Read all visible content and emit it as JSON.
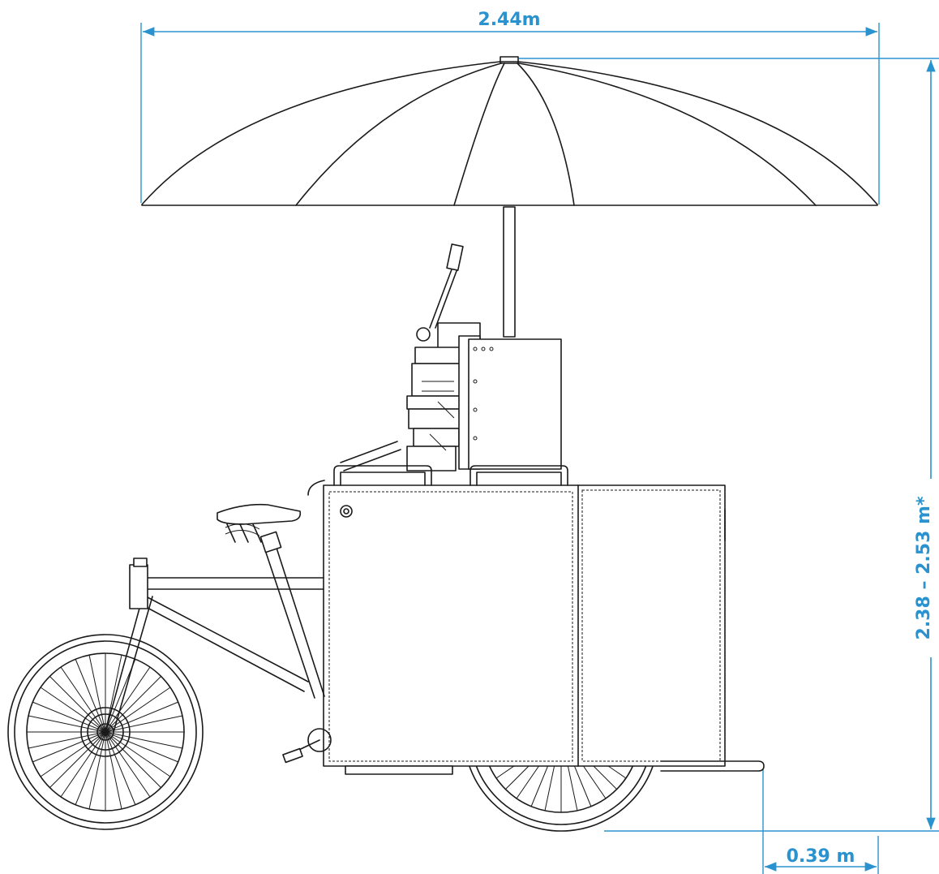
{
  "colors": {
    "dimension": "#2a93cf",
    "line": "#1a1a1a",
    "background": "#ffffff"
  },
  "dimensions": {
    "width_label": "2.44m",
    "height_label": "2.38 – 2.53 m*",
    "overhang_label": "0.39 m"
  },
  "icons": [
    "umbrella-icon",
    "espresso-machine-icon",
    "cargo-bike-icon"
  ]
}
